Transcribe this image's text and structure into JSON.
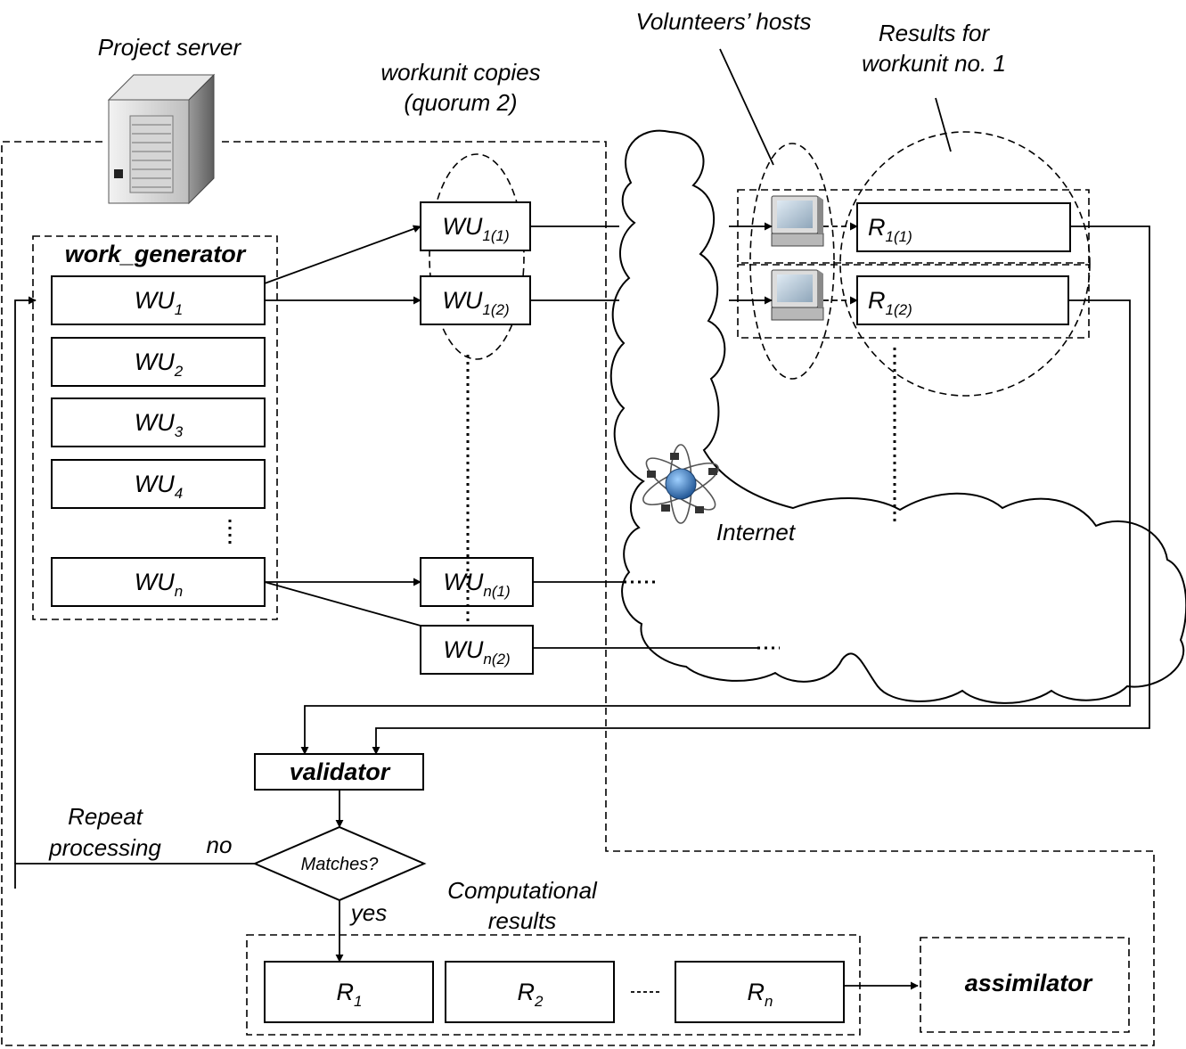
{
  "labels": {
    "project_server": "Project server",
    "workunit_copies_line1": "workunit copies",
    "workunit_copies_line2": "(quorum 2)",
    "volunteers_hosts": "Volunteers’ hosts",
    "results_for_line1": "Results for",
    "results_for_line2": "workunit no. 1",
    "internet": "Internet",
    "repeat_line1": "Repeat",
    "repeat_line2": "processing",
    "no": "no",
    "yes": "yes",
    "computational_line1": "Computational",
    "computational_line2": "results"
  },
  "work_generator": {
    "title": "work_generator",
    "items": [
      {
        "base": "WU",
        "sub": "1"
      },
      {
        "base": "WU",
        "sub": "2"
      },
      {
        "base": "WU",
        "sub": "3"
      },
      {
        "base": "WU",
        "sub": "4"
      },
      {
        "base": "WU",
        "sub": "n"
      }
    ]
  },
  "copies": [
    {
      "base": "WU",
      "sub": "1(1)"
    },
    {
      "base": "WU",
      "sub": "1(2)"
    },
    {
      "base": "WU",
      "sub": "n(1)"
    },
    {
      "base": "WU",
      "sub": "n(2)"
    }
  ],
  "host_results": [
    {
      "base": "R",
      "sub": "1(1)"
    },
    {
      "base": "R",
      "sub": "1(2)"
    }
  ],
  "validator": {
    "title": "validator",
    "decision": "Matches?"
  },
  "final_results": [
    {
      "base": "R",
      "sub": "1"
    },
    {
      "base": "R",
      "sub": "2"
    },
    {
      "base": "R",
      "sub": "n"
    }
  ],
  "assimilator": {
    "title": "assimilator"
  }
}
